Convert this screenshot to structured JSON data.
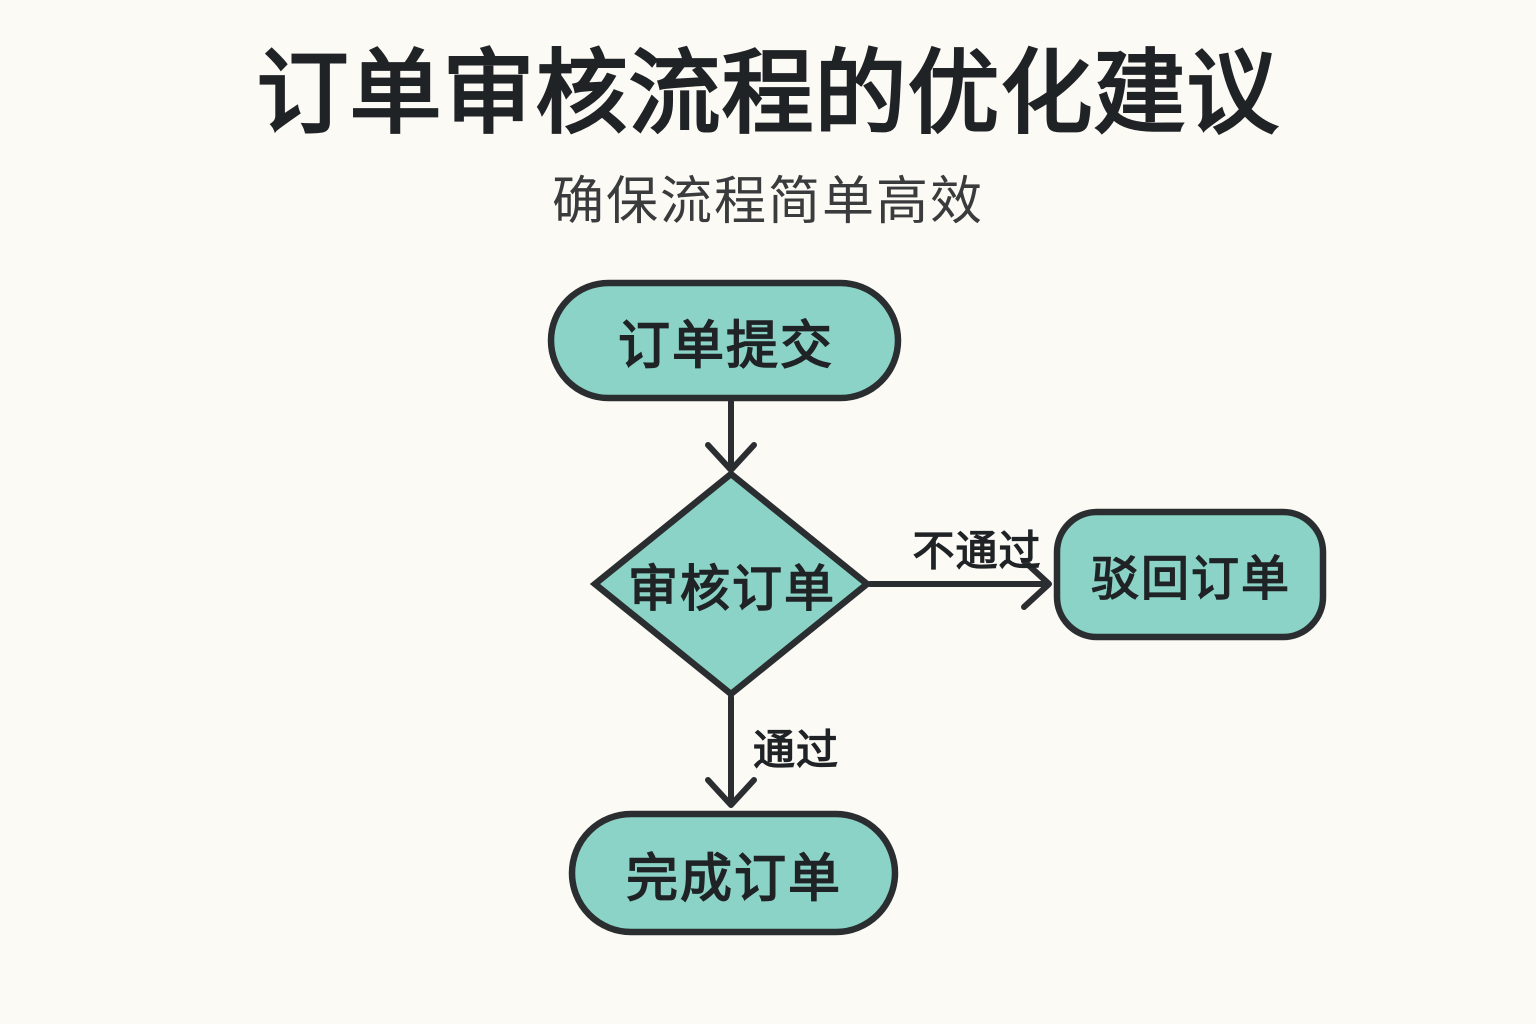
{
  "header": {
    "title": "订单审核流程的优化建议",
    "subtitle": "确保流程简单高效"
  },
  "flowchart": {
    "nodes": [
      {
        "id": "start",
        "type": "terminal",
        "label": "订单提交"
      },
      {
        "id": "decision",
        "type": "decision",
        "label": "审核订单"
      },
      {
        "id": "reject",
        "type": "process",
        "label": "驳回订单"
      },
      {
        "id": "done",
        "type": "terminal",
        "label": "完成订单"
      }
    ],
    "edges": [
      {
        "from": "start",
        "to": "decision",
        "label": ""
      },
      {
        "from": "decision",
        "to": "reject",
        "label": "不通过"
      },
      {
        "from": "decision",
        "to": "done",
        "label": "通过"
      }
    ]
  },
  "colors": {
    "node_fill": "#8bd3c6",
    "stroke": "#2b2e30",
    "background": "#fcfaf5",
    "text": "#202326",
    "subtitle_text": "#3a3b3c"
  }
}
